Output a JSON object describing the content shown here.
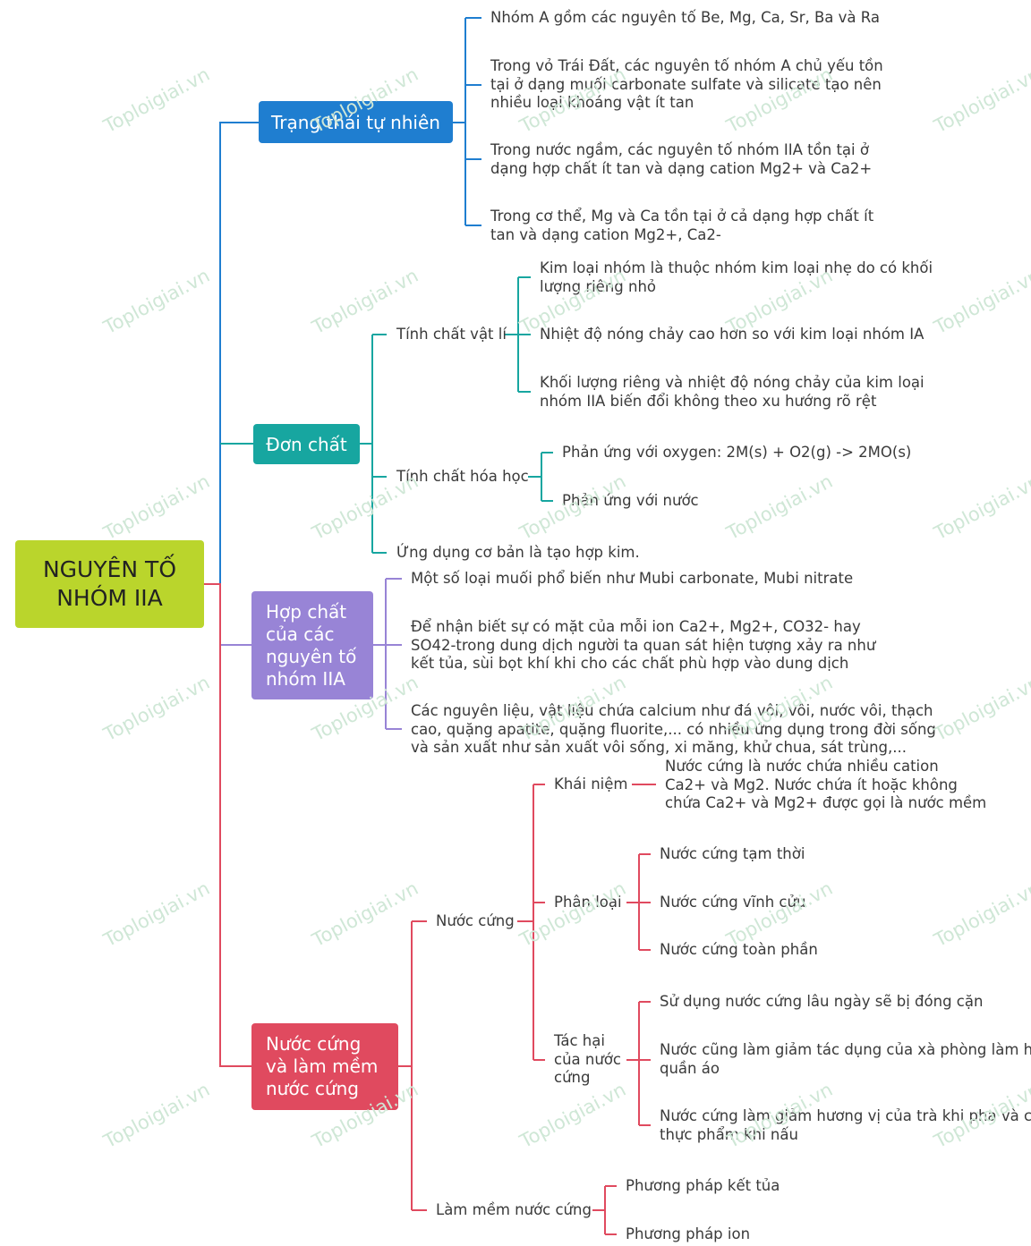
{
  "root": "NGUYÊN TỐ\nNHÓM IIA",
  "watermark": "Toploigiai.vn",
  "colors": {
    "blue": "#1f7ed0",
    "teal": "#17a6a0",
    "purple": "#9884d6",
    "red": "#e04a5f",
    "root": "#bad52c"
  },
  "b1": {
    "label": "Trạng thái tự nhiên",
    "items": [
      "Nhóm A gồm các nguyên tố Be, Mg, Ca, Sr, Ba và Ra",
      "Trong vỏ Trái Đất, các nguyên tố nhóm A chủ yếu tồn\ntại ở dạng muối carbonate sulfate và silicate tạo nên\nnhiều loại khoáng vật ít tan",
      "Trong nước ngầm, các nguyên tố nhóm IIA tồn tại ở\ndạng hợp chất ít tan và dạng cation Mg2+ và Ca2+",
      "Trong cơ thể, Mg và Ca tồn tại ở cả dạng hợp chất ít\ntan và dạng cation Mg2+, Ca2-"
    ]
  },
  "b2": {
    "label": "Đơn chất",
    "phys": {
      "label": "Tính chất vật lí",
      "items": [
        "Kim loại nhóm là thuộc nhóm kim loại nhẹ do có khối\nlượng riêng nhỏ",
        "Nhiệt độ nóng chảy cao hơn so với kim loại nhóm IA",
        "Khối lượng riêng và nhiệt độ nóng chảy của kim loại\nnhóm IIA biến đổi không theo xu hướng rõ rệt"
      ]
    },
    "chem": {
      "label": "Tính chất hóa học",
      "items": [
        "Phản ứng với oxygen: 2M(s) + O2(g) -> 2MO(s)",
        "Phản ứng với nước"
      ]
    },
    "app": "Ứng dụng cơ bản là tạo hợp kim."
  },
  "b3": {
    "label": "Hợp chất\ncủa các\nnguyên tố\nnhóm IIA",
    "items": [
      "Một số loại muối phổ biến như Mubi carbonate, Mubi nitrate",
      "Để nhận biết sự có mặt của mỗi ion Ca2+, Mg2+, CO32- hay\nSO42-trong dung dịch người ta quan sát hiện tượng xảy ra như\nkết tủa, sùi bọt khí khi cho các chất phù hợp vào dung dịch",
      "Các nguyên liệu, vật liệu chứa calcium như đá vôi, vôi, nước vôi, thạch\ncao, quặng apatite, quặng fluorite,... có nhiều ứng dụng trong đời sống\nvà sản xuất như sản xuất vôi sống, xi măng, khử chua, sát trùng,..."
    ]
  },
  "b4": {
    "label": "Nước cứng\nvà làm mềm\nnước cứng",
    "hard": {
      "label": "Nước cứng",
      "concept": {
        "label": "Khái niệm",
        "text": "Nước cứng là nước chứa nhiều cation\nCa2+ và Mg2. Nước chứa ít hoặc không\nchứa Ca2+ và Mg2+ được gọi là nước mềm"
      },
      "types": {
        "label": "Phân loại",
        "items": [
          "Nước cứng tạm thời",
          "Nước cứng vĩnh cửu",
          "Nước cứng toàn phần"
        ]
      },
      "harm": {
        "label": "Tác hại\ncủa nước\ncứng",
        "items": [
          "Sử dụng nước cứng lâu ngày sẽ bị đóng cặn",
          "Nước cũng làm giảm tác dụng của xà phòng làm hại\nquần áo",
          "Nước cứng làm giảm hương vị của trà khi pha và của\nthực phẩm khi nấu"
        ]
      }
    },
    "soft": {
      "label": "Làm mềm nước cứng",
      "items": [
        "Phương pháp kết tủa",
        "Phương pháp ion"
      ]
    }
  }
}
